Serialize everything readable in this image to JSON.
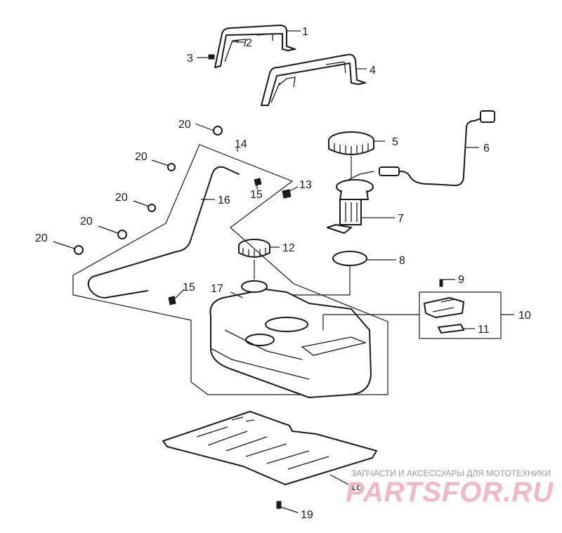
{
  "diagram": {
    "callouts": {
      "c1": "1",
      "c2": "2",
      "c3": "3",
      "c4": "4",
      "c5": "5",
      "c6": "6",
      "c7": "7",
      "c8": "8",
      "c9": "9",
      "c10": "10",
      "c11": "11",
      "c12": "12",
      "c13": "13",
      "c14": "14",
      "c15a": "15",
      "c15b": "15",
      "c16": "16",
      "c17": "17",
      "c18": "18",
      "c19": "19",
      "c20a": "20",
      "c20b": "20",
      "c20c": "20",
      "c20d": "20",
      "c20e": "20"
    },
    "line_color": "#1a1a1a"
  },
  "watermark": {
    "tagline": "ЗАПЧАСТИ И АКСЕССУАРЫ ДЛЯ МОТОТЕХНИКИ",
    "brand": "PARTSFOR.RU",
    "brand_color": "#f2b8bf"
  }
}
